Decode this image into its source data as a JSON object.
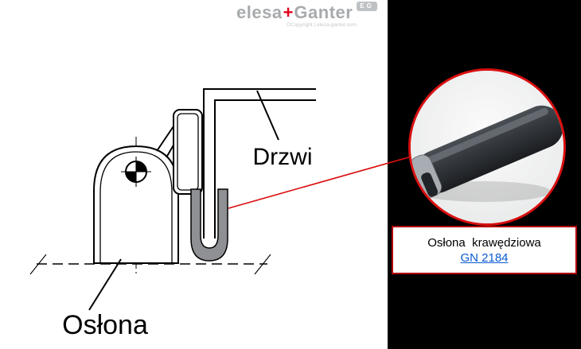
{
  "logo": {
    "elesa": "elesa",
    "plus": "+",
    "ganter": "Ganter",
    "badge": "EG",
    "copyright": "©Copyright | elesa-ganter.com"
  },
  "drawing": {
    "door_label": "Drzwi",
    "cover_label": "Osłona"
  },
  "callout": {
    "title": "Osłona  krawędziowa",
    "link": "GN 2184"
  },
  "colors": {
    "accent_red": "#d90f0f",
    "link_blue": "#0b5bd3",
    "panel_black": "#000000",
    "logo_gray": "#a8abad",
    "logo_red": "#e2001a",
    "profile_gray": "#8f9094"
  }
}
